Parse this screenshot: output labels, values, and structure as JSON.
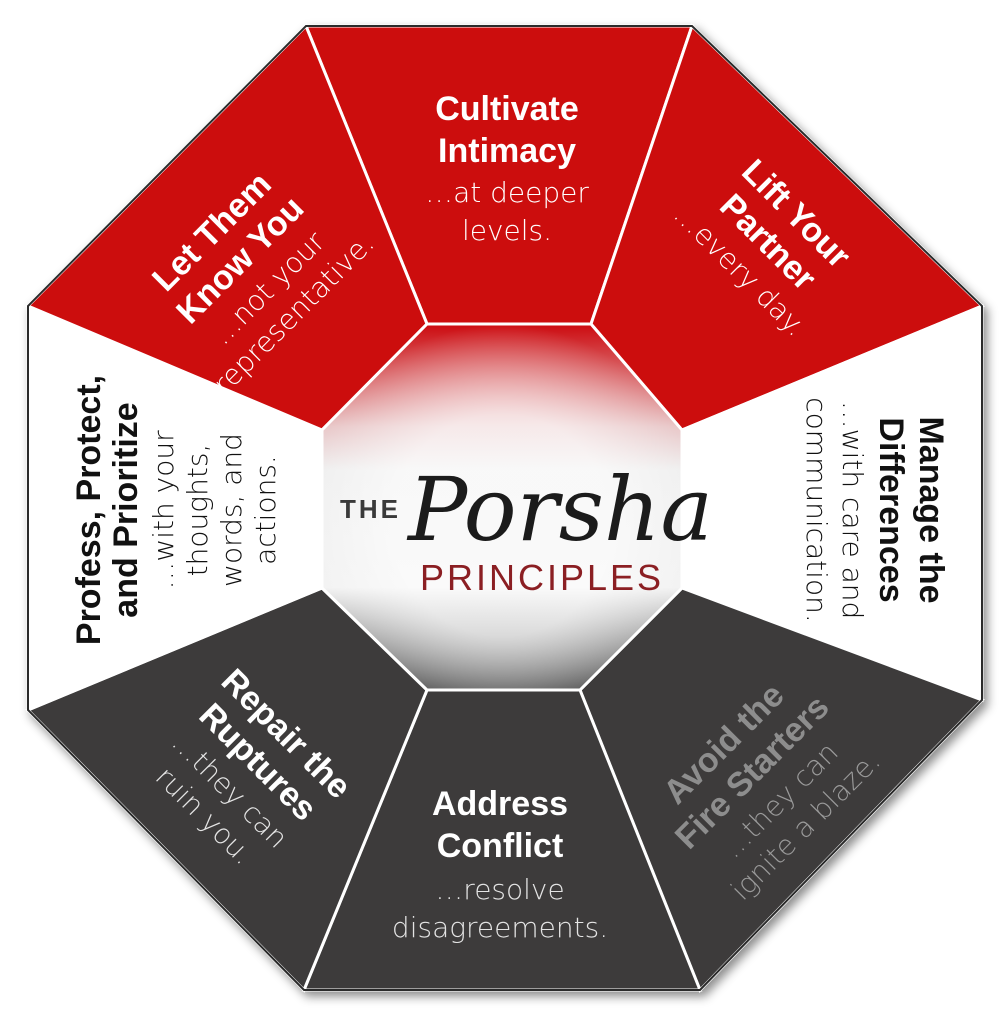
{
  "logo": {
    "the": "THE",
    "name": "Porsha",
    "subtitle": "PRINCIPLES"
  },
  "colors": {
    "red": "#cc0a0f",
    "red_dark": "#a80007",
    "dark": "#3c3b3b",
    "white": "#ffffff",
    "logo_accent": "#8b1f23"
  },
  "segments": [
    {
      "id": "top",
      "title": [
        "Cultivate",
        "Intimacy"
      ],
      "subtitle": [
        "…at deeper",
        "levels."
      ]
    },
    {
      "id": "top-right",
      "title": [
        "Lift Your",
        "Partner"
      ],
      "subtitle": [
        "…every day."
      ]
    },
    {
      "id": "right",
      "title": [
        "Manage the",
        "Differences"
      ],
      "subtitle": [
        "…with care and",
        "communication."
      ]
    },
    {
      "id": "bottom-right",
      "title": [
        "Avoid the",
        "Fire Starters"
      ],
      "subtitle": [
        "…they can",
        "ignite a blaze."
      ]
    },
    {
      "id": "bottom",
      "title": [
        "Address",
        "Conflict"
      ],
      "subtitle": [
        "…resolve",
        "disagreements."
      ]
    },
    {
      "id": "bottom-left",
      "title": [
        "Repair the",
        "Ruptures"
      ],
      "subtitle": [
        "…they can",
        "ruin you."
      ]
    },
    {
      "id": "left",
      "title": [
        "Profess, Protect,",
        "and Prioritize"
      ],
      "subtitle": [
        "…with your",
        "thoughts,",
        "words, and",
        "actions."
      ]
    },
    {
      "id": "top-left",
      "title": [
        "Let Them",
        "Know You"
      ],
      "subtitle": [
        "…not your",
        "representative."
      ]
    }
  ]
}
